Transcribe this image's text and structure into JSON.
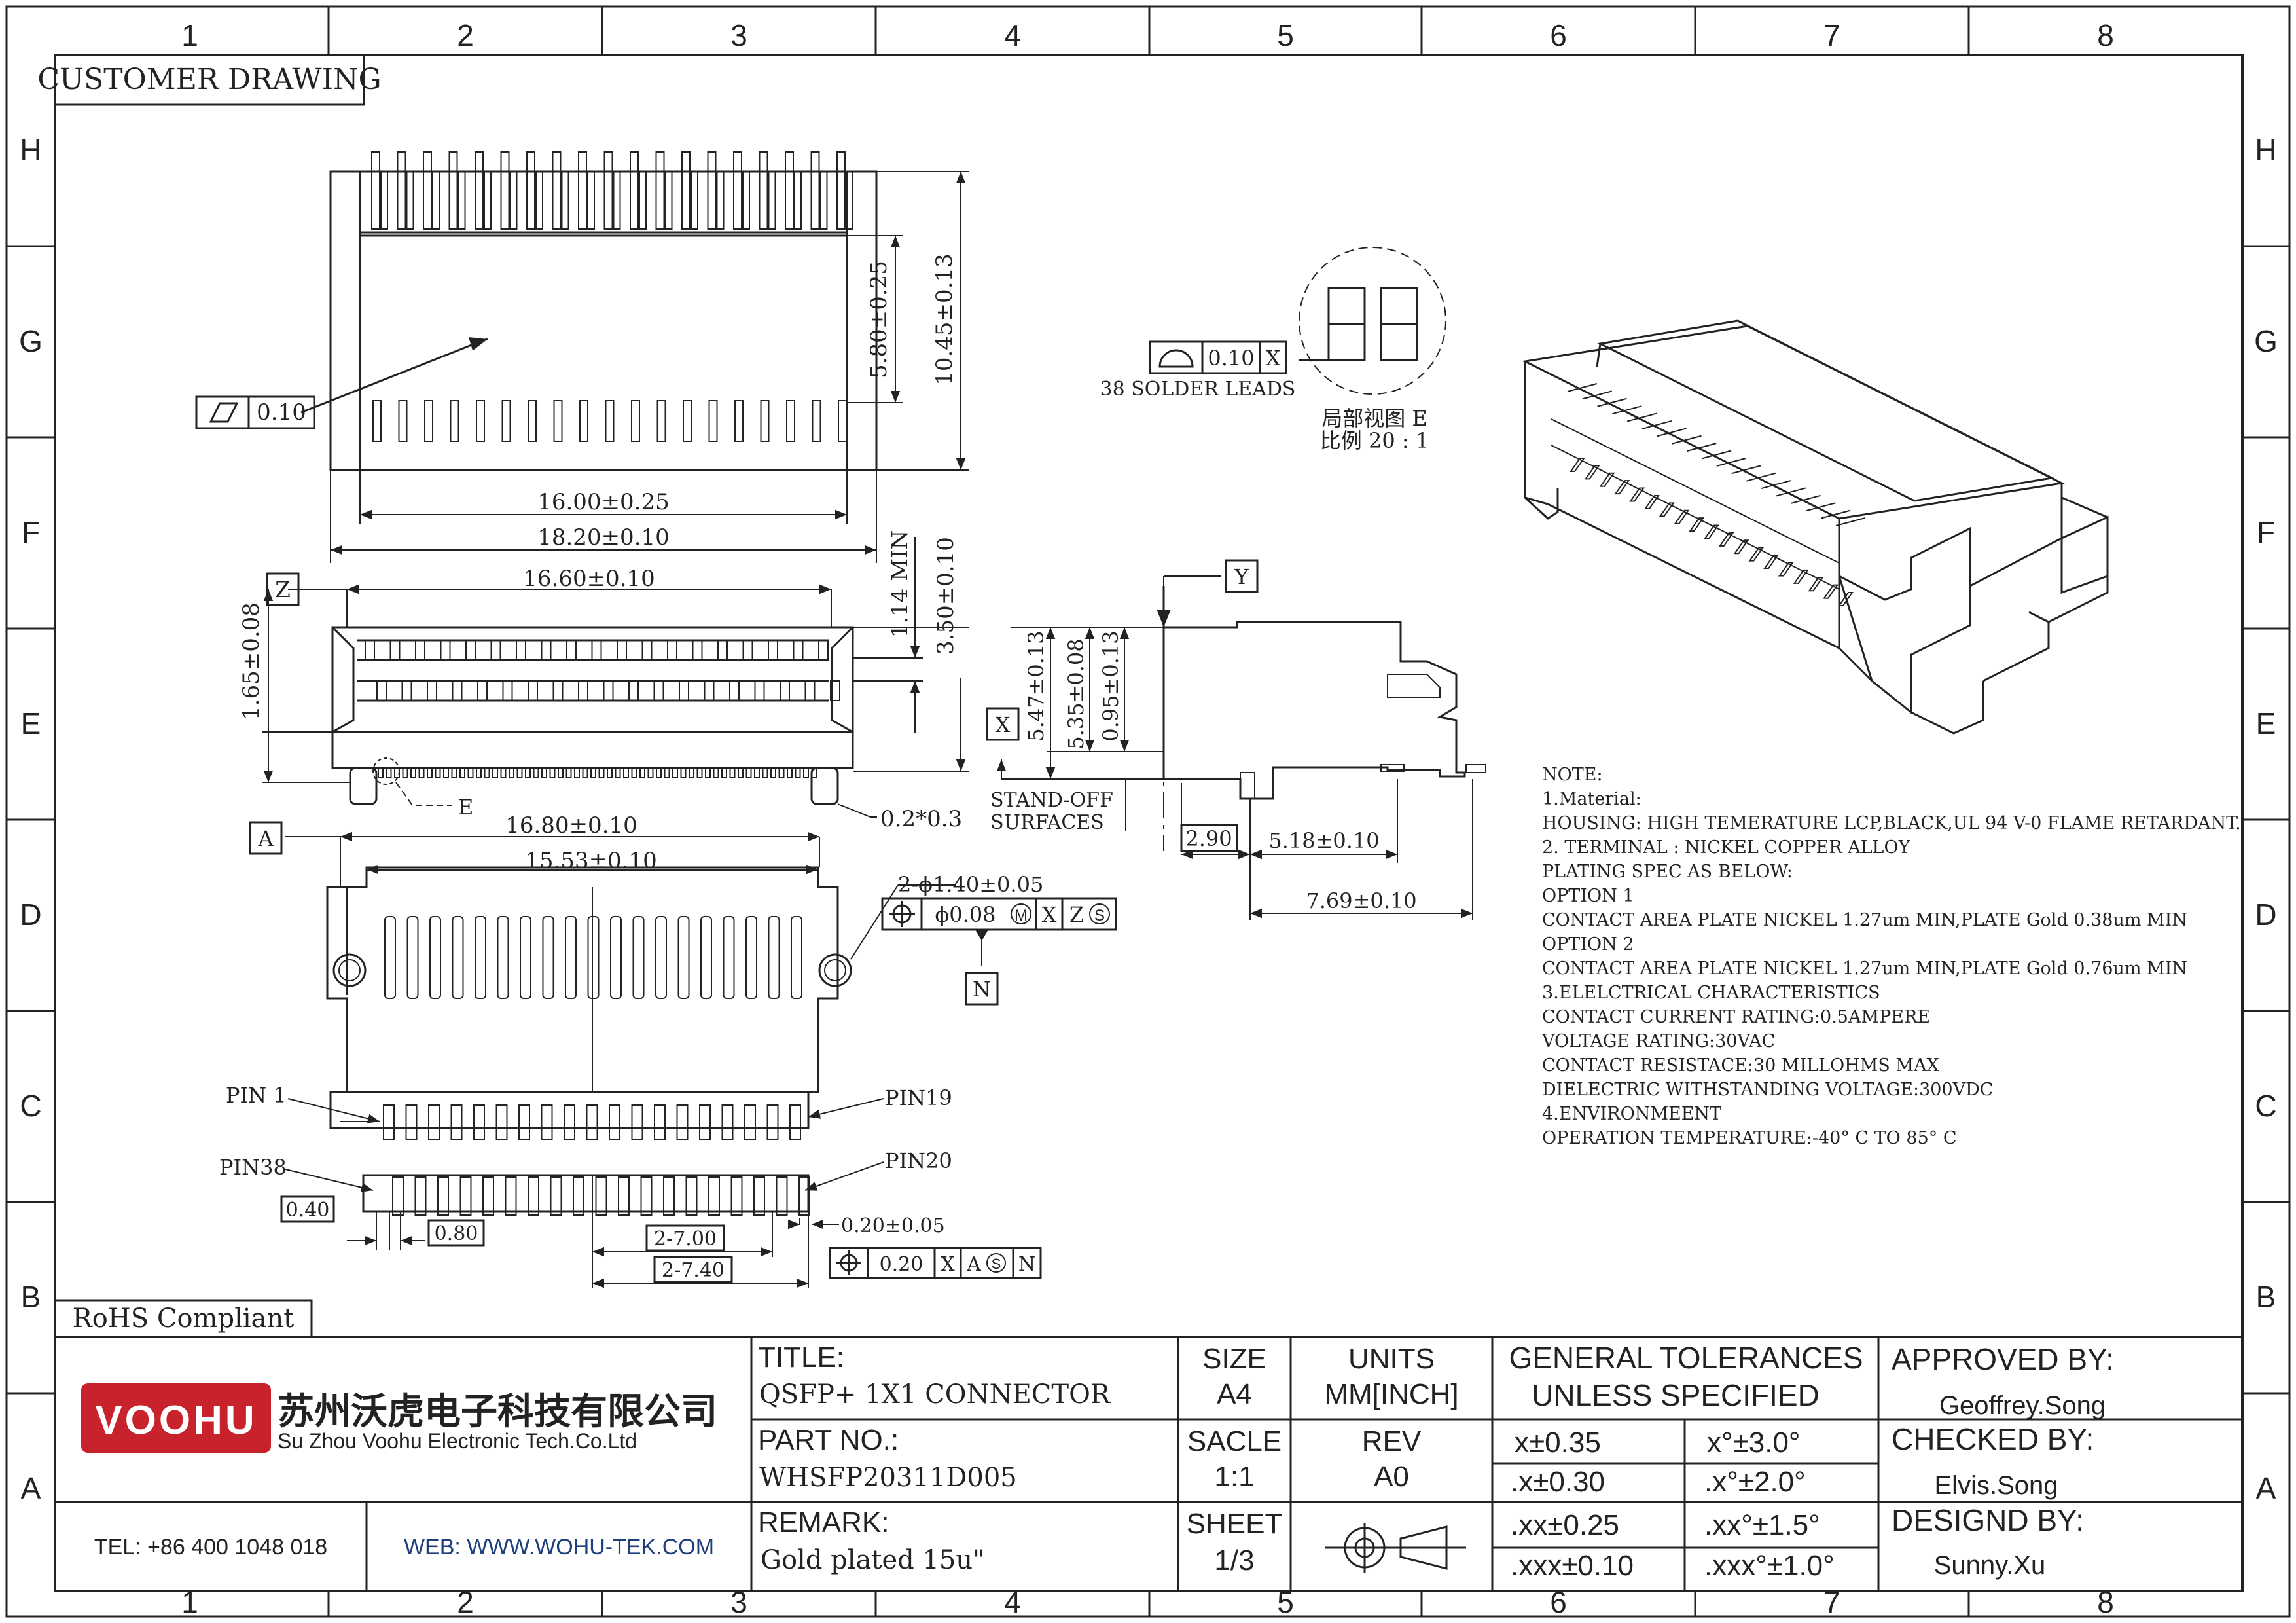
{
  "frame": {
    "columns": [
      "1",
      "2",
      "3",
      "4",
      "5",
      "6",
      "7",
      "8"
    ],
    "rows": [
      "H",
      "G",
      "F",
      "E",
      "D",
      "C",
      "B",
      "A"
    ]
  },
  "header_label": "CUSTOMER DRAWING",
  "rohs_label": "RoHS Compliant",
  "company": {
    "logo_text": "VOOHU",
    "name_cn": "苏州沃虎电子科技有限公司",
    "name_en": "Su Zhou Voohu Electronic Tech.Co.Ltd",
    "tel": "TEL: +86 400 1048 018",
    "web": "WEB: WWW.WOHU-TEK.COM",
    "brand_color": "#c8232c"
  },
  "title_block": {
    "title_label": "TITLE:",
    "title_value": "QSFP+ 1X1 CONNECTOR",
    "part_label": "PART NO.:",
    "part_value": "WHSFP20311D005",
    "remark_label": "REMARK:",
    "remark_value": "Gold plated 15u\"",
    "size_label": "SIZE",
    "size_value": "A4",
    "units_label": "UNITS",
    "units_value": "MM[INCH]",
    "scale_label": "SACLE",
    "scale_value": "1:1",
    "rev_label": "REV",
    "rev_value": "A0",
    "sheet_label": "SHEET",
    "sheet_value": "1/3",
    "tol_title_1": "GENERAL TOLERANCES",
    "tol_title_2": "UNLESS SPECIFIED",
    "tolerances": [
      {
        "lin": "x±0.35",
        "ang": "x°±3.0°"
      },
      {
        "lin": ".x±0.30",
        "ang": ".x°±2.0°"
      },
      {
        "lin": ".xx±0.25",
        "ang": ".xx°±1.5°"
      },
      {
        "lin": ".xxx±0.10",
        "ang": ".xxx°±1.0°"
      }
    ],
    "approved_label": "APPROVED BY:",
    "approved_value": "Geoffrey.Song",
    "checked_label": "CHECKED BY:",
    "checked_value": "Elvis.Song",
    "design_label": "DESIGND BY:",
    "design_value": "Sunny.Xu"
  },
  "top_view": {
    "flatness_value": "0.10",
    "dim_16_00": "16.00±0.25",
    "dim_18_20": "18.20±0.10",
    "dim_5_80": "5.80±0.25",
    "dim_10_45": "10.45±0.13"
  },
  "front_view": {
    "datum_z": "Z",
    "dim_16_60": "16.60±0.10",
    "dim_1_65": "1.65±0.08",
    "dim_1_14": "1.14 MIN",
    "dim_3_50": "3.50±0.10",
    "chamfer": "0.2*0.3",
    "detail_ref": "E"
  },
  "detail": {
    "profile_value": "0.10",
    "profile_datum": "X",
    "leads_note": "38 SOLDER LEADS",
    "title_cn": "局部视图 E",
    "scale_cn": "比例 20 : 1"
  },
  "side_view": {
    "datum_y": "Y",
    "datum_x": "X",
    "dim_5_47": "5.47±0.13",
    "dim_5_35": "5.35±0.08",
    "dim_0_95": "0.95±0.13",
    "standoff_1": "STAND-OFF",
    "standoff_2": "SURFACES",
    "dim_2_90": "2.90",
    "dim_5_18": "5.18±0.10",
    "dim_7_69": "7.69±0.10"
  },
  "bottom_view": {
    "datum_a": "A",
    "dim_16_80": "16.80±0.10",
    "dim_15_53": "15.53±0.10",
    "hole_note": "2-ϕ1.40±0.05",
    "hole_tol": "ϕ0.08",
    "hole_mod": "M",
    "hole_d1": "X",
    "hole_d2": "Z",
    "hole_d2_mod": "S",
    "datum_n": "N",
    "pin1": "PIN 1",
    "pin19": "PIN19",
    "pin38": "PIN38",
    "pin20": "PIN20",
    "dim_0_40": "0.40",
    "dim_0_80": "0.80",
    "dim_2_7_00": "2-7.00",
    "dim_2_7_40": "2-7.40",
    "dim_0_20": "0.20±0.05",
    "pos_tol": "0.20",
    "pos_d1": "X",
    "pos_d2": "A",
    "pos_d2_mod": "S",
    "pos_d3": "N"
  },
  "notes": [
    "NOTE:",
    "1.Material:",
    "HOUSING: HIGH TEMERATURE LCP,BLACK,UL 94 V-0 FLAME RETARDANT.",
    "2. TERMINAL : NICKEL COPPER ALLOY",
    "PLATING SPEC AS BELOW:",
    "OPTION 1",
    "CONTACT AREA PLATE NICKEL 1.27um MIN,PLATE Gold 0.38um MIN",
    "OPTION 2",
    "CONTACT AREA PLATE NICKEL 1.27um MIN,PLATE Gold 0.76um MIN",
    "3.ELELCTRICAL CHARACTERISTICS",
    "CONTACT CURRENT RATING:0.5AMPERE",
    "VOLTAGE RATING:30VAC",
    "CONTACT RESISTACE:30 MILLOHMS MAX",
    "DIELECTRIC WITHSTANDING VOLTAGE:300VDC",
    "4.ENVIRONMEENT",
    "OPERATION TEMPERATURE:-40° C TO 85° C"
  ]
}
